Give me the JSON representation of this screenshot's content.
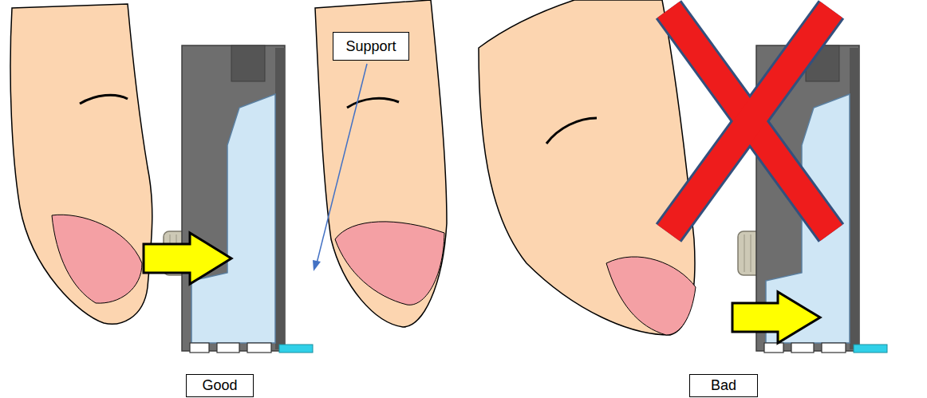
{
  "diagram": {
    "nodes": [
      {
        "text": [
          "Support"
        ]
      },
      {
        "text": [
          "Good"
        ]
      },
      {
        "text": [
          "Bad"
        ]
      }
    ]
  }
}
